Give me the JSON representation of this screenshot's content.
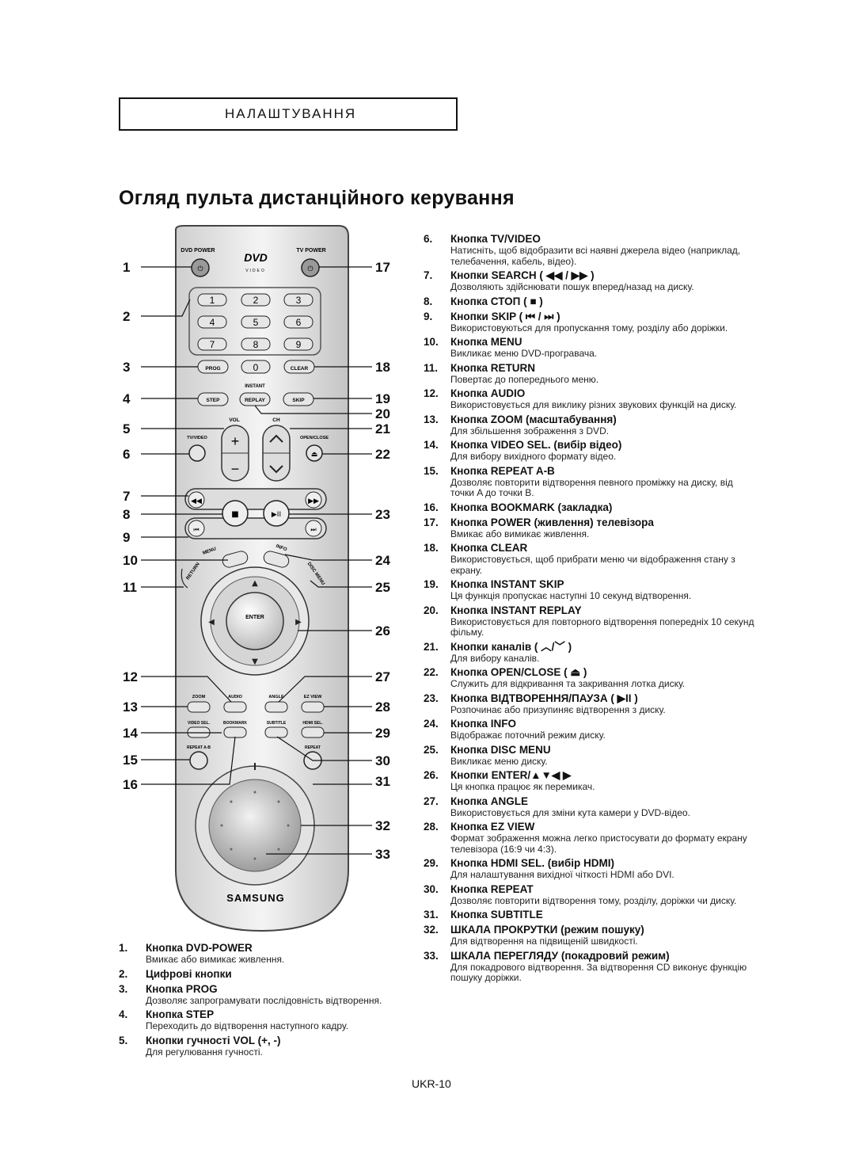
{
  "header": {
    "section": "НАЛАШТУВАННЯ",
    "title": "Огляд пульта дистанційного керування"
  },
  "remote": {
    "labels": {
      "dvd_power": "DVD POWER",
      "tv_power": "TV POWER",
      "dvd_logo": "DVD",
      "video": "VIDEO",
      "prog": "PROG",
      "clear": "CLEAR",
      "instant": "INSTANT",
      "step": "STEP",
      "replay": "REPLAY",
      "skip": "SKIP",
      "vol": "VOL",
      "ch": "CH",
      "tv_video": "TV/VIDEO",
      "open_close": "OPEN/CLOSE",
      "menu": "MENU",
      "info": "INFO",
      "return": "RETURN",
      "disc_menu": "DISC MENU",
      "enter": "ENTER",
      "zoom": "ZOOM",
      "audio": "AUDIO",
      "angle": "ANGLE",
      "ez_view": "EZ VIEW",
      "video_sel": "VIDEO SEL.",
      "bookmark": "BOOKMARK",
      "subtitle": "SUBTITLE",
      "hdmi_sel": "HDMI SEL.",
      "repeat_ab": "REPEAT A-B",
      "repeat": "REPEAT",
      "brand": "SAMSUNG"
    },
    "digits": [
      "1",
      "2",
      "3",
      "4",
      "5",
      "6",
      "7",
      "8",
      "9",
      "0"
    ]
  },
  "callouts_left": [
    "1",
    "2",
    "3",
    "4",
    "5",
    "6",
    "7",
    "8",
    "9",
    "10",
    "11",
    "12",
    "13",
    "14",
    "15",
    "16"
  ],
  "callouts_right": [
    "17",
    "18",
    "19",
    "20",
    "21",
    "22",
    "23",
    "24",
    "25",
    "26",
    "27",
    "28",
    "29",
    "30",
    "31",
    "32",
    "33"
  ],
  "items_right": [
    {
      "num": "6.",
      "title": "Кнопка TV/VIDEO",
      "desc": "Натисніть, щоб відобразити всі наявні джерела відео (наприклад, телебачення, кабель, відео)."
    },
    {
      "num": "7.",
      "title": "Кнопки SEARCH ( ◀◀ / ▶▶ )",
      "desc": "Дозволяють здійснювати пошук вперед/назад на диску."
    },
    {
      "num": "8.",
      "title": "Кнопка СТОП ( ■ )",
      "desc": ""
    },
    {
      "num": "9.",
      "title": "Кнопки SKIP ( ⏮ / ⏭ )",
      "desc": "Використовуються для пропускання тому, розділу або доріжки."
    },
    {
      "num": "10.",
      "title": "Кнопка MENU",
      "desc": "Викликає меню DVD-програвача."
    },
    {
      "num": "11.",
      "title": "Кнопка RETURN",
      "desc": "Повертає до попереднього меню."
    },
    {
      "num": "12.",
      "title": "Кнопка AUDIO",
      "desc": "Використовується для виклику різних звукових функцій на диску."
    },
    {
      "num": "13.",
      "title": "Кнопка ZOOM (масштабування)",
      "desc": "Для збільшення зображення з DVD."
    },
    {
      "num": "14.",
      "title": "Кнопка VIDEO SEL. (вибір відео)",
      "desc": "Для вибору вихідного формату відео."
    },
    {
      "num": "15.",
      "title": "Кнопка REPEAT A-B",
      "desc": "Дозволяє повторити відтворення певного проміжку на диску, від точки A до точки B."
    },
    {
      "num": "16.",
      "title": "Кнопка BOOKMARK (закладка)",
      "desc": ""
    },
    {
      "num": "17.",
      "title": "Кнопка POWER (живлення) телевізора",
      "desc": "Вмикає або вимикає живлення."
    },
    {
      "num": "18.",
      "title": "Кнопка CLEAR",
      "desc": "Використовується, щоб прибрати меню чи відображення стану з екрану."
    },
    {
      "num": "19.",
      "title": "Кнопка INSTANT SKIP",
      "desc": "Ця функція пропускає наступні 10 секунд відтворення."
    },
    {
      "num": "20.",
      "title": "Кнопка INSTANT REPLAY",
      "desc": "Використовується для повторного відтворення попередніх 10 секунд фільму."
    },
    {
      "num": "21.",
      "title": "Кнопки каналів ( ︿/﹀ )",
      "desc": "Для вибору каналів."
    },
    {
      "num": "22.",
      "title": "Кнопка OPEN/CLOSE ( ⏏ )",
      "desc": "Служить для відкривання та закривання лотка диску."
    },
    {
      "num": "23.",
      "title": "Кнопка ВІДТВОРЕННЯ/ПАУЗА ( ▶II )",
      "desc": "Розпочинає або призупиняє відтворення з диску."
    },
    {
      "num": "24.",
      "title": "Кнопка INFO",
      "desc": "Відображає поточний режим диску."
    },
    {
      "num": "25.",
      "title": "Кнопка DISC MENU",
      "desc": "Викликає меню диску."
    },
    {
      "num": "26.",
      "title": "Кнопки ENTER/▲▼◀ ▶",
      "desc": "Ця кнопка працює як перемикач."
    },
    {
      "num": "27.",
      "title": "Кнопка ANGLE",
      "desc": "Використовується для зміни кута камери у DVD-відео."
    },
    {
      "num": "28.",
      "title": "Кнопка EZ VIEW",
      "desc": "Формат зображення можна легко пристосувати до формату екрану телевізора (16:9 чи 4:3)."
    },
    {
      "num": "29.",
      "title": "Кнопка HDMI SEL. (вибір HDMI)",
      "desc": "Для налаштування вихідної чіткості HDMI або DVI."
    },
    {
      "num": "30.",
      "title": "Кнопка REPEAT",
      "desc": "Дозволяє повторити відтворення тому, розділу, доріжки чи диску."
    },
    {
      "num": "31.",
      "title": "Кнопка SUBTITLE",
      "desc": ""
    },
    {
      "num": "32.",
      "title": "ШКАЛА ПРОКРУТКИ (режим пошуку)",
      "desc": "Для відтворення на підвищеній швидкості."
    },
    {
      "num": "33.",
      "title": "ШКАЛА ПЕРЕГЛЯДУ (покадровий режим)",
      "desc": "Для покадрового відтворення. За відтворення CD виконує функцію пошуку доріжки."
    }
  ],
  "items_left": [
    {
      "num": "1.",
      "title": "Кнопка DVD-POWER",
      "desc": "Вмикає або вимикає живлення."
    },
    {
      "num": "2.",
      "title": "Цифрові кнопки",
      "desc": ""
    },
    {
      "num": "3.",
      "title": "Кнопка PROG",
      "desc": "Дозволяє запрограмувати послідовність відтворення."
    },
    {
      "num": "4.",
      "title": "Кнопка STEP",
      "desc": "Переходить до відтворення наступного кадру."
    },
    {
      "num": "5.",
      "title": "Кнопки гучності VOL (+, -)",
      "desc": "Для регулювання гучності."
    }
  ],
  "footer": {
    "page": "UKR-10"
  }
}
